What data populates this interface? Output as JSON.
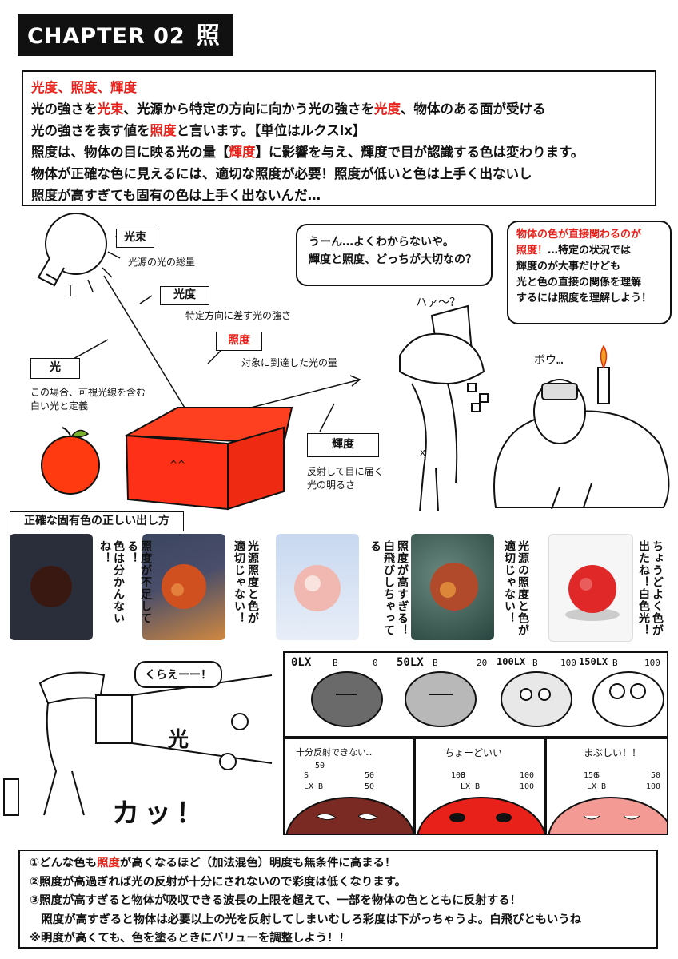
{
  "header": {
    "chapter": "CHAPTER 02",
    "title": "照度"
  },
  "intro": {
    "line1": "光度、照度、輝度",
    "l2a": "光の強さを",
    "l2b": "光束",
    "l2c": "、光源から特定の方向に向かう光の強さを",
    "l2d": "光度",
    "l2e": "、物体のある面が受ける",
    "l3a": "光の強さを表す値を",
    "l3b": "照度",
    "l3c": "と言います。【単位はルクスlx】",
    "l4a": "照度は、物体の目に映る光の量【",
    "l4b": "輝度",
    "l4c": "】に影響を与え、輝度で目が認識する色は変わります。",
    "l5": "物体が正確な色に見えるには、適切な照度が必要！照度が低いと色は上手く出ないし",
    "l6": "照度が高すぎても固有の色は上手く出ないんだ…"
  },
  "diagram": {
    "kousoku_label": "光束",
    "kousoku_desc": "光源の光の総量",
    "koudo_label": "光度",
    "koudo_desc": "特定方向に差す光の強さ",
    "shoudo_label": "照度",
    "shoudo_desc": "対象に到達した光の量",
    "hikari_label": "光",
    "hikari_desc1": "この場合、可視光線を含む",
    "hikari_desc2": "白い光と定義",
    "kido_label": "輝度",
    "kido_desc1": "反射して目に届く",
    "kido_desc2": "光の明るさ"
  },
  "dialogue": {
    "girl_line1": "うーん…よくわからないや。",
    "girl_line2": "輝度と照度、どっちが大切なの？",
    "girl_sfx": "ハァ～？",
    "man_line1": "物体の色が直接関わるのが",
    "man_line2a": "照度！",
    "man_line2b": "…特定の状況では",
    "man_line3": "輝度のが大事だけども",
    "man_line4": "光と色の直接の関係を理解",
    "man_line5": "するには照度を理解しよう！",
    "man_sfx": "ボウ…"
  },
  "section": {
    "title": "正確な固有色の正しい出し方",
    "captions": [
      "照度が不足してる！\n色は分かんないね！",
      "光源照度と色が\n適切じゃない！",
      "照度が高すぎる！\n白飛びしちゃってる",
      "光源の照度と色が\n適切じゃない！",
      "ちょうどよく色が\n出たね！白色光！"
    ]
  },
  "comic": {
    "shout": "くらえーー！",
    "light_sfx": "光",
    "flash_sfx": "カッ！",
    "levels": [
      "0LX",
      "50LX",
      "100LX",
      "150LX"
    ],
    "bar_label": "B",
    "level_values": [
      "0",
      "20",
      "100",
      "100"
    ],
    "panel_titles": [
      "十分反射できない…",
      "ちょーどいい",
      "まぶしい！！"
    ],
    "sb_rows": [
      {
        "s": "S",
        "b": "LX B",
        "sv": "50",
        "bv": "50",
        "top": "50"
      },
      {
        "s": "S",
        "b": "LX B",
        "sv": "100",
        "bv": "100",
        "top": "100"
      },
      {
        "s": "S",
        "b": "LX B",
        "sv": "50",
        "bv": "100",
        "top": "150"
      }
    ],
    "colors": {
      "dark": "#7a2a22",
      "good": "#e8221a",
      "bright": "#f49a94"
    }
  },
  "footer": {
    "l1a": "①どんな色も",
    "l1b": "照度",
    "l1c": "が高くなるほど（加法混色）明度も無条件に高まる！",
    "l2": "②照度が高過ぎれば光の反射が十分にされないので彩度は低くなります。",
    "l3": "③照度が高すぎると物体が吸収できる波長の上限を超えて、一部を物体の色とともに反射する！",
    "l4": "　照度が高すぎると物体は必要以上の光を反射してしまいむしろ彩度は下がっちゃうよ。白飛びともいうね",
    "l5": "※明度が高くても、色を塗るときにバリューを調整しよう！！"
  }
}
